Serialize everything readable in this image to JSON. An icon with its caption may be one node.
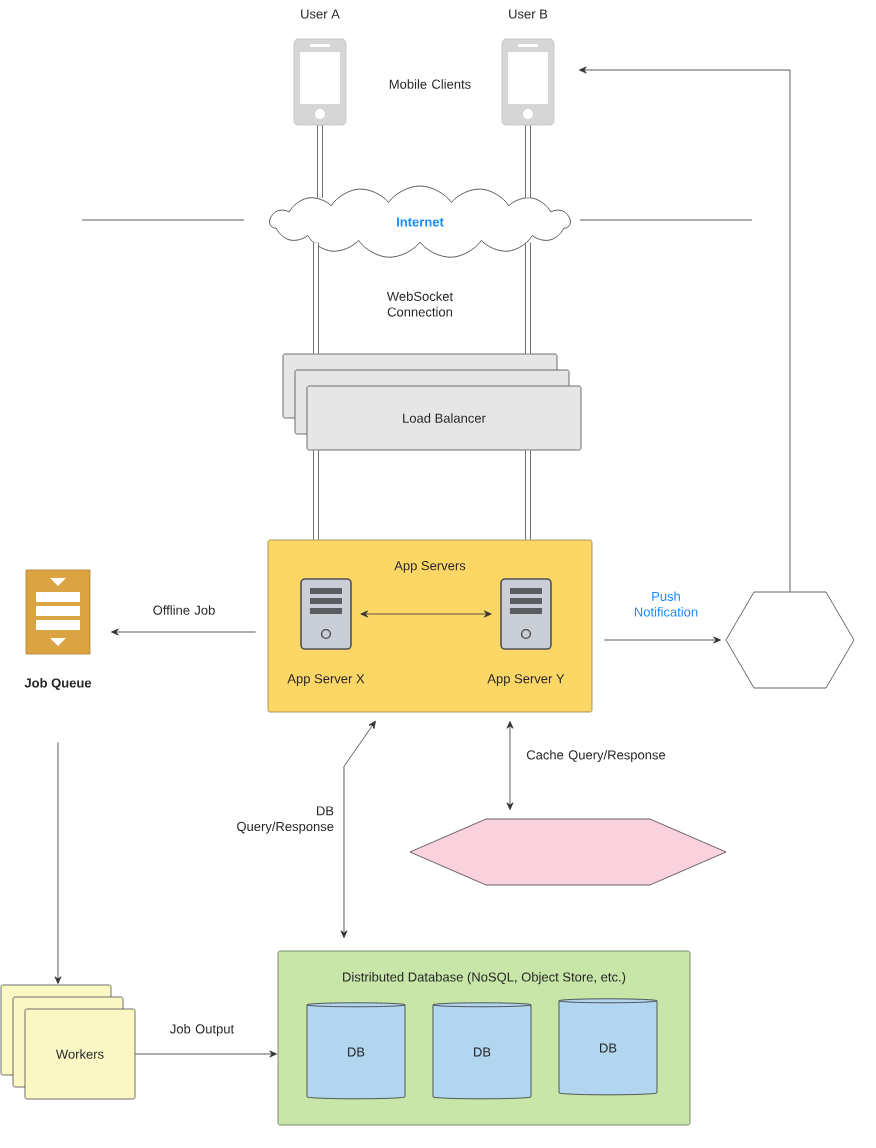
{
  "diagram": {
    "nodes": [
      {
        "text": [
          "User A"
        ]
      },
      {
        "text": [
          "User B"
        ]
      },
      {
        "text": [
          "Internet"
        ]
      },
      {
        "text": [
          "Load Balancer"
        ]
      },
      {
        "text": [
          "App Servers"
        ]
      },
      {
        "text": [
          "App Server X"
        ],
        "in": 4
      },
      {
        "text": [
          "App Server Y"
        ],
        "in": 4
      },
      {
        "text": [
          "Job Queue"
        ]
      },
      {
        "text": [],
        "shape": "hexagon"
      },
      {
        "text": [],
        "shape": "hexagon"
      },
      {
        "text": [
          "Workers"
        ]
      },
      {
        "text": [
          "Distributed Database (NoSQL, Object Store, etc.)"
        ]
      },
      {
        "text": [
          "DB"
        ],
        "in": 11
      },
      {
        "text": [
          "DB"
        ],
        "in": 11
      },
      {
        "text": [
          "DB"
        ],
        "in": 11
      }
    ],
    "edges": [
      {
        "from": 0,
        "to": 2,
        "arrow": "none",
        "style": "thick"
      },
      {
        "from": 1,
        "to": 2,
        "arrow": "none",
        "style": "thick"
      },
      {
        "from": 2,
        "to": 3,
        "arrow": "none",
        "style": "thick"
      },
      {
        "from": 2,
        "to": 3,
        "arrow": "none",
        "style": "thick"
      },
      {
        "from": 3,
        "to": 4,
        "arrow": "none",
        "style": "thick"
      },
      {
        "from": 3,
        "to": 4,
        "arrow": "none",
        "style": "thick"
      },
      {
        "from": 5,
        "to": 6,
        "arrow": "both"
      },
      {
        "from": 4,
        "to": 7,
        "arrow": "to",
        "label": "Offline Job"
      },
      {
        "from": 4,
        "to": 8,
        "arrow": "to",
        "label": "Push Notification"
      },
      {
        "from": 8,
        "to": 1,
        "arrow": "to"
      },
      {
        "from": 4,
        "to": 9,
        "arrow": "both",
        "label": "Cache Query/Response"
      },
      {
        "from": 4,
        "to": 11,
        "arrow": "both",
        "label": "DB Query/Response"
      },
      {
        "from": 7,
        "to": 10,
        "arrow": "to"
      },
      {
        "from": 10,
        "to": 11,
        "arrow": "to",
        "label": "Job Output"
      }
    ],
    "labels": [
      "Mobile Clients",
      "WebSocket Connection"
    ]
  }
}
